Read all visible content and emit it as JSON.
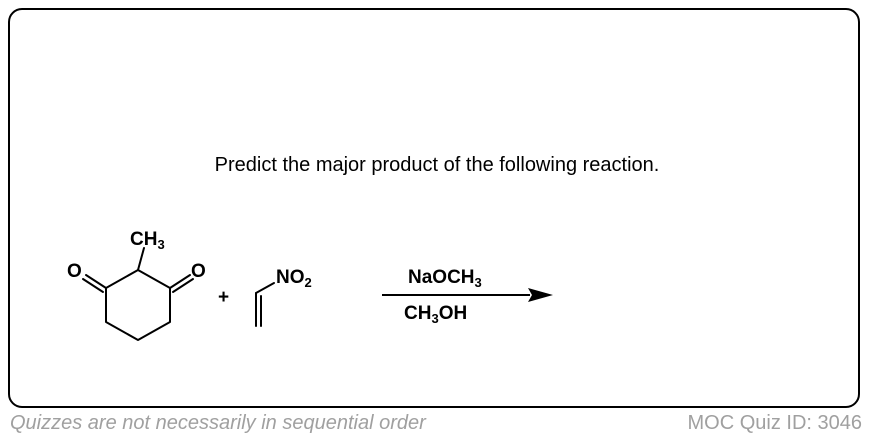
{
  "question": "Predict the major product of the following reaction.",
  "footer": {
    "note": "Quizzes are not necessarily in sequential order",
    "quiz_id": "MOC Quiz ID: 3046"
  },
  "reaction": {
    "reactant1": {
      "methyl_group": {
        "main": "CH",
        "sub": "3"
      },
      "carbonyl_left": "O",
      "carbonyl_right": "O"
    },
    "plus": "+",
    "reactant2": {
      "nitro_group": {
        "main": "NO",
        "sub": "2"
      }
    },
    "reagent": {
      "main": "NaOCH",
      "sub": "3"
    },
    "solvent": {
      "pre": "CH",
      "sub": "3",
      "post": "OH"
    }
  }
}
